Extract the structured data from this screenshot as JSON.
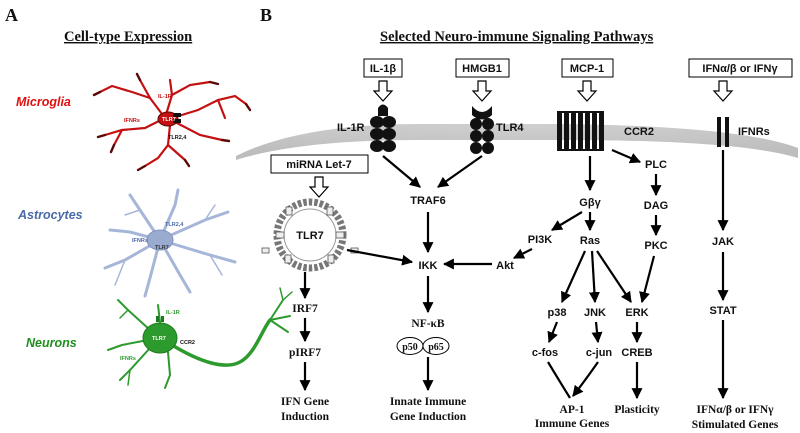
{
  "panel_a": {
    "letter": "A",
    "title": "Cell-type Expression",
    "cells": [
      {
        "name": "Microglia",
        "color": "#e01010",
        "labels": [
          "IL-1R",
          "IFNRs",
          "TLR7",
          "TLR2,4"
        ]
      },
      {
        "name": "Astrocytes",
        "color": "#4a6aa8",
        "labels": [
          "TLR2,4",
          "IFNRs",
          "TLR7"
        ]
      },
      {
        "name": "Neurons",
        "color": "#1e8f1e",
        "labels": [
          "IL-1R",
          "TLR7",
          "IFNRs",
          "CCR2"
        ]
      }
    ]
  },
  "panel_b": {
    "letter": "B",
    "title": "Selected Neuro-immune Signaling Pathways",
    "ligands": [
      "IL-1β",
      "HMGB1",
      "MCP-1",
      "IFNα/β or IFNγ",
      "miRNA Let-7"
    ],
    "receptors": [
      "IL-1R",
      "TLR4",
      "CCR2",
      "IFNRs",
      "TLR7"
    ],
    "nodes": {
      "traf6": "TRAF6",
      "gby": "Gβγ",
      "plc": "PLC",
      "dag": "DAG",
      "pi3k": "PI3K",
      "ras": "Ras",
      "pkc": "PKC",
      "akt": "Akt",
      "ikk": "IKK",
      "jak": "JAK",
      "irf7": "IRF7",
      "nfkb": "NF-κB",
      "p50": "p50",
      "p65": "p65",
      "p38": "p38",
      "jnk": "JNK",
      "erk": "ERK",
      "stat": "STAT",
      "pirf7": "pIRF7",
      "cfos": "c-fos",
      "cjun": "c-jun",
      "creb": "CREB"
    },
    "outcomes": {
      "ifn_line1": "IFN Gene",
      "ifn_line2": "Induction",
      "innate_line1": "Innate Immune",
      "innate_line2": "Gene Induction",
      "ap1_line1": "AP-1",
      "ap1_line2": "Immune Genes",
      "plasticity": "Plasticity",
      "stim_line1": "IFNα/β or IFNγ",
      "stim_line2": "Stimulated Genes"
    }
  }
}
